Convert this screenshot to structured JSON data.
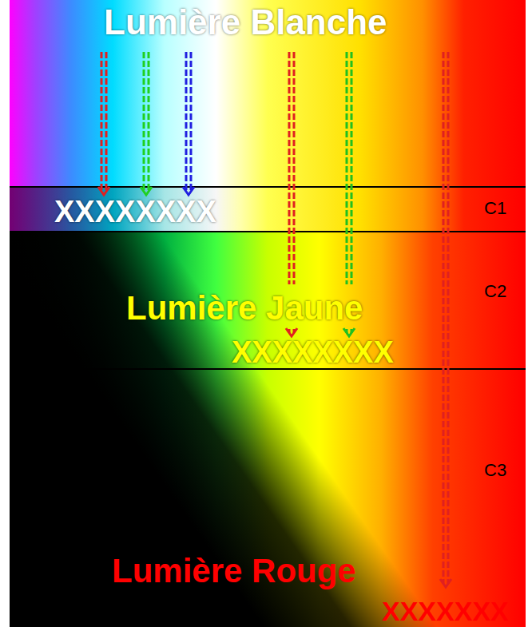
{
  "diagram": {
    "labels": [
      "Lumière Blanche",
      "XXXXXXXX",
      "C1",
      "C2",
      "Lumière Jaune",
      "XXXXXXXX",
      "C3",
      "Lumière Rouge",
      "XXXXXXX"
    ]
  }
}
